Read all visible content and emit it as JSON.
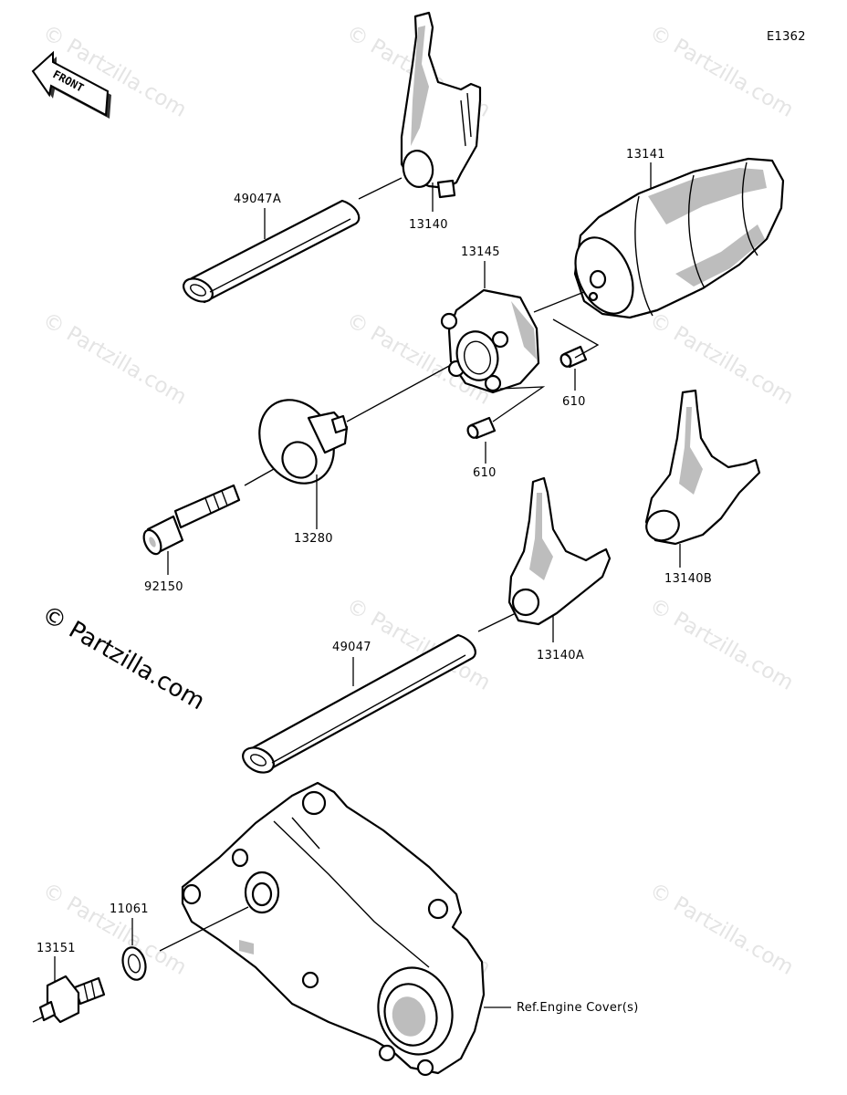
{
  "diagram_code": "E1362",
  "front_label": "FRONT",
  "watermark": "© Partzilla.com",
  "brand_watermark": "© Partzilla.com",
  "parts": {
    "p49047A": "49047A",
    "p13140": "13140",
    "p13141": "13141",
    "p13145": "13145",
    "p610a": "610",
    "p610b": "610",
    "p13280": "13280",
    "p92150": "92150",
    "p13140B": "13140B",
    "p49047": "49047",
    "p13140A": "13140A",
    "p11061": "11061",
    "p13151": "13151"
  },
  "ref_label": "Ref.Engine Cover(s)"
}
